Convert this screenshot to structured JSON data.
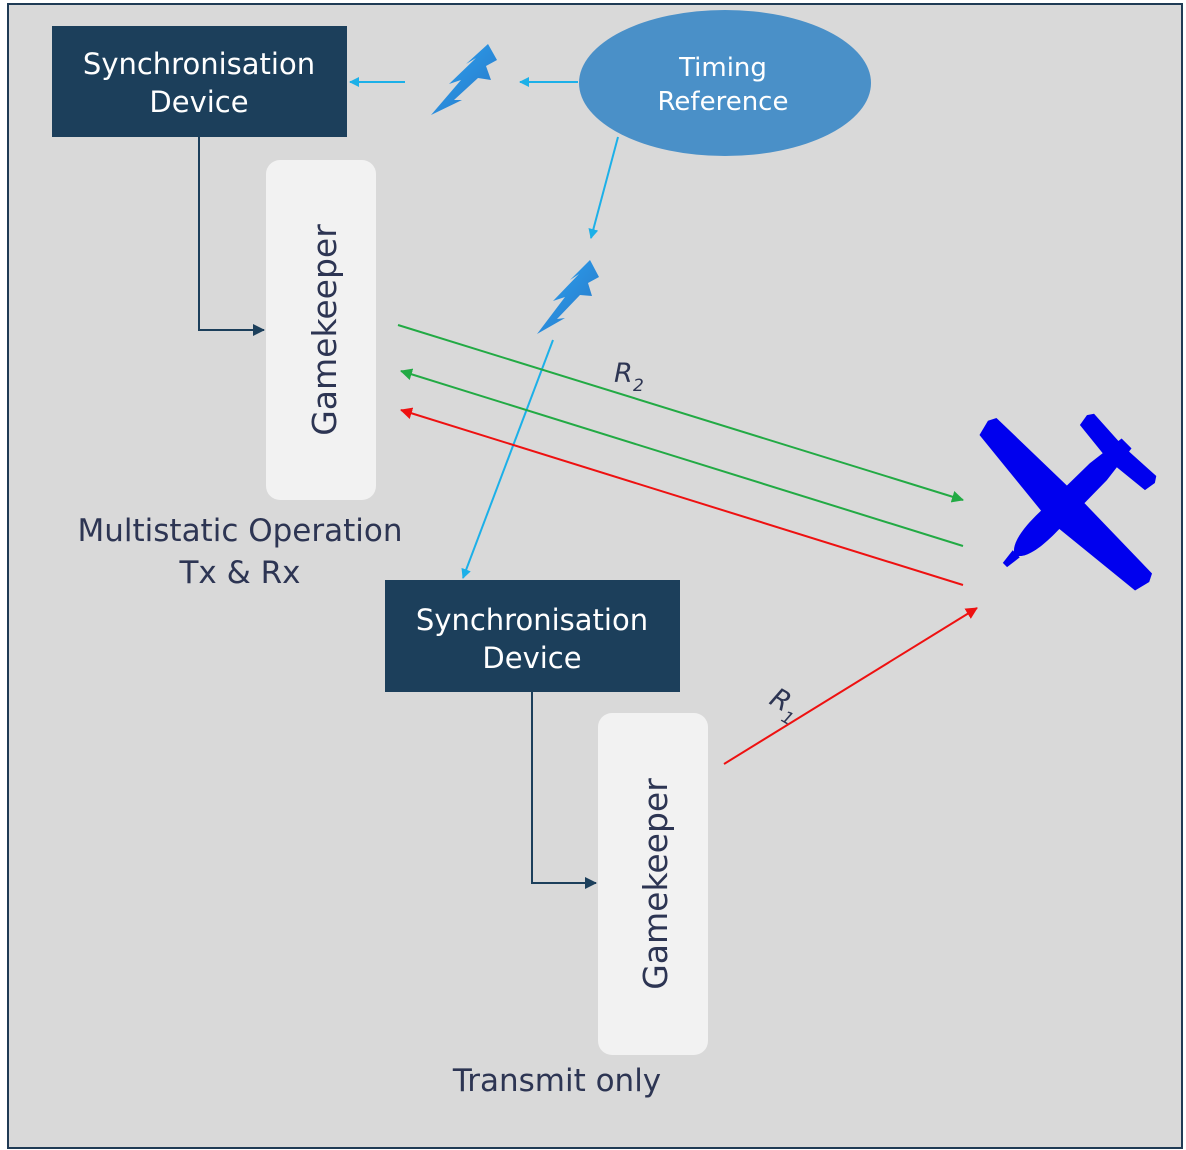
{
  "colors": {
    "background": "#d9d9d9",
    "frame": "#1f3b55",
    "sync_box": "#1c3f5b",
    "gamekeeper_box": "#f2f2f2",
    "timing_ellipse": "#4a90c8",
    "sync_link": "#1cb0e8",
    "control_arrow": "#1c3f5b",
    "green_signal": "#22aa44",
    "red_signal": "#ee1111",
    "aircraft": "#0000ee",
    "caption_text": "#2d3553"
  },
  "nodes": {
    "sync_top": {
      "line1": "Synchronisation",
      "line2": "Device"
    },
    "sync_bottom": {
      "line1": "Synchronisation",
      "line2": "Device"
    },
    "timing": {
      "line1": "Timing",
      "line2": "Reference"
    },
    "gamekeeper_top": {
      "label": "Gamekeeper"
    },
    "gamekeeper_bottom": {
      "label": "Gamekeeper"
    }
  },
  "captions": {
    "multistatic_line1": "Multistatic Operation",
    "multistatic_line2": "Tx & Rx",
    "transmit_only": "Transmit only"
  },
  "ranges": {
    "r1": {
      "letter": "R",
      "sub": "1"
    },
    "r2": {
      "letter": "R",
      "sub": "2"
    }
  },
  "icons": {
    "wireless": "lightning-bolt-icon",
    "target": "airplane-icon"
  }
}
